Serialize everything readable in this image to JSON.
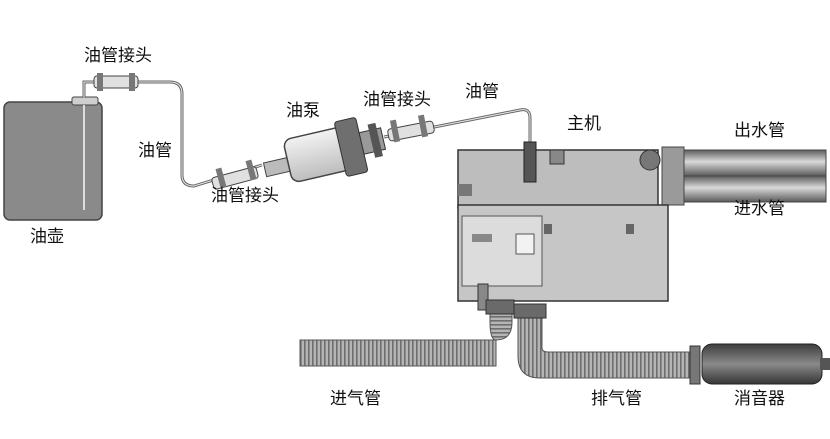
{
  "labels": {
    "fuel_line_joint_top": "油管接头",
    "fuel_line_left": "油管",
    "fuel_tank": "油壶",
    "fuel_pump": "油泵",
    "fuel_line_joint_bottom": "油管接头",
    "fuel_line_joint_right": "油管接头",
    "fuel_line_right": "油管",
    "main_unit": "主机",
    "water_outlet": "出水管",
    "water_inlet": "进水管",
    "air_intake": "进气管",
    "exhaust": "排气管",
    "muffler": "消音器"
  },
  "colors": {
    "line": "#555555",
    "unit_body": "#c8c8c8",
    "unit_dark": "#7a7a7a",
    "tank": "#8a8a8a",
    "pipe": "#8c8c8c",
    "hose": "#9a9a9a",
    "muffler": "#5a5a5a"
  }
}
